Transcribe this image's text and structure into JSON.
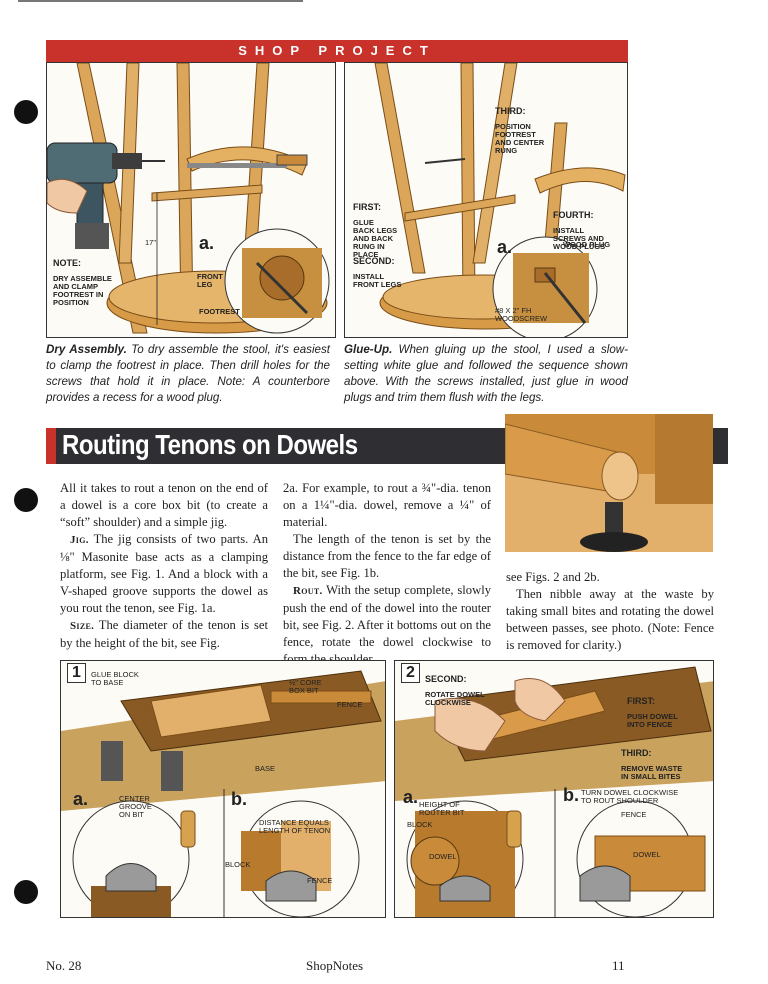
{
  "banner": "SHOP PROJECT",
  "fig_left": {
    "note_title": "NOTE:",
    "note_text": "DRY ASSEMBLE\nAND CLAMP\nFOOTREST IN\nPOSITION",
    "height": "17\"",
    "detail_letter": "a.",
    "front_leg": "FRONT\nLEG",
    "footrest": "FOOTREST"
  },
  "fig_right": {
    "first_title": "FIRST:",
    "first_text": "GLUE\nBACK LEGS\nAND BACK\nRUNG IN\nPLACE",
    "second_title": "SECOND:",
    "second_text": "INSTALL\nFRONT LEGS",
    "third_title": "THIRD:",
    "third_text": "POSITION\nFOOTREST\nAND CENTER\nRUNG",
    "fourth_title": "FOURTH:",
    "fourth_text": "INSTALL\nSCREWS AND\nWOOD PLUGS",
    "detail_letter": "a.",
    "wood_plug": "WOOD PLUG",
    "screw": "#8 x 2\" Fh\nWOODSCREW"
  },
  "caption_left": {
    "lead": "Dry Assembly.",
    "text": " To dry assemble the stool, it's easiest to clamp the footrest in place. Then drill holes for the screws that hold it in place. Note: A counterbore provides a recess for a wood plug."
  },
  "caption_right": {
    "lead": "Glue-Up.",
    "text": " When gluing up the stool, I used a slow-setting white glue and followed the sequence shown above. With the screws installed, just glue in wood plugs and trim them flush with the legs."
  },
  "section_title": "Routing Tenons on Dowels",
  "article": {
    "col1_p1": "All it takes to rout a tenon on the end of a dowel is a core box bit (to create a “soft” shoulder) and a simple jig.",
    "col1_p2_lead": "Jig.",
    "col1_p2": " The jig consists of two parts. An ⅛\" Masonite base acts as a clamping platform, see Fig. 1. And a block with a V-shaped groove supports the dowel as you rout the tenon, see Fig. 1a.",
    "col1_p3_lead": "Size.",
    "col1_p3": " The diameter of the tenon is set by the height of the bit, see Fig.",
    "col2_p1": "2a. For example, to rout a ¾\"-dia. tenon on a 1¼\"-dia. dowel, remove a ¼\" of material.",
    "col2_p2": "The length of the tenon is set by the distance from the fence to the far edge of the bit, see Fig. 1b.",
    "col2_p3_lead": "Rout.",
    "col2_p3": " With the setup complete, slowly push the end of the dowel into the router bit, see Fig. 2. After it bottoms out on the fence, rotate the dowel clockwise to form the shoulder,",
    "col3_p1": "see Figs. 2 and 2b.",
    "col3_p2": "Then nibble away at the waste by taking small bites and rotating the dowel between passes, see photo. (Note: Fence is removed for clarity.)"
  },
  "fig1": {
    "num": "1",
    "glue_block": "GLUE BLOCK\nTO BASE",
    "core_bit": "½\" CORE\nBOX BIT",
    "fence": "FENCE",
    "base": "BASE",
    "a": "a.",
    "center_groove": "CENTER\nGROOVE\nON BIT",
    "b": "b.",
    "distance": "DISTANCE EQUALS\nLENGTH OF TENON",
    "block": "BLOCK",
    "fence_b": "FENCE"
  },
  "fig2": {
    "num": "2",
    "second_title": "SECOND:",
    "second_text": "ROTATE DOWEL\nCLOCKWISE",
    "first_title": "FIRST:",
    "first_text": "PUSH DOWEL\nINTO FENCE",
    "third_title": "THIRD:",
    "third_text": "REMOVE WASTE\nIN SMALL BITES",
    "a": "a.",
    "height": "HEIGHT OF\nROUTER BIT",
    "block": "BLOCK",
    "dowel": "DOWEL",
    "b": "b.",
    "turn": "TURN DOWEL CLOCKWISE\nTO ROUT SHOULDER",
    "fence": "FENCE",
    "dowel_b": "DOWEL"
  },
  "footer": {
    "issue": "No. 28",
    "magazine": "ShopNotes",
    "page": "11"
  },
  "colors": {
    "banner": "#c8322b",
    "heading_bg": "#2f2f33",
    "wood": "#dba65a",
    "wood_dark": "#b87a2c",
    "base_brown": "#8a5a24"
  }
}
